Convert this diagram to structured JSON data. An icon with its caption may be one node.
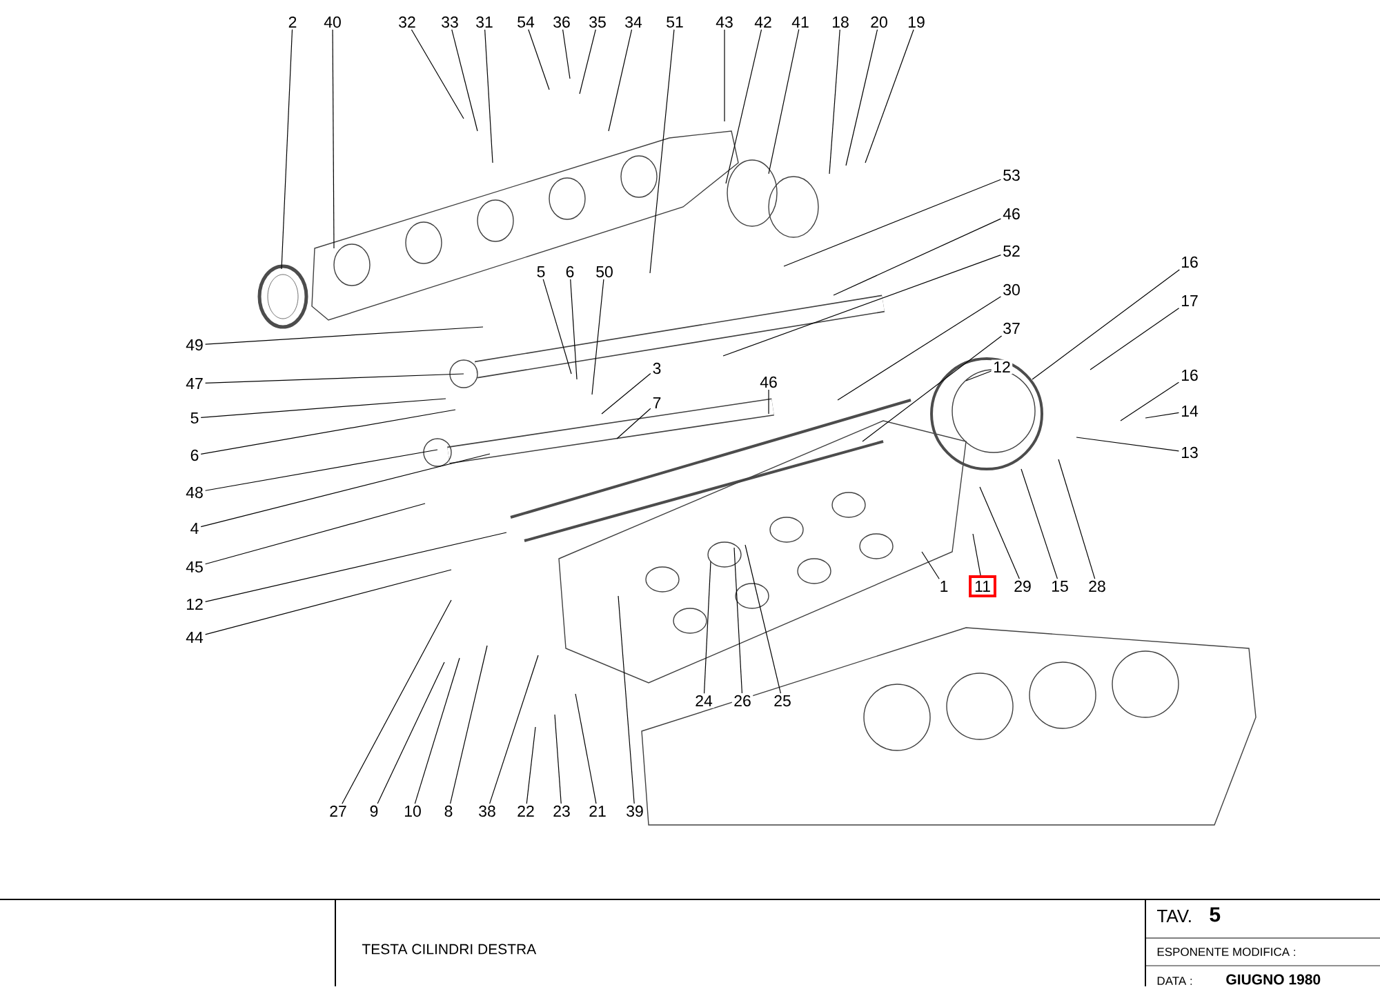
{
  "diagram": {
    "nodes": [
      {
        "text": [
          "2"
        ]
      },
      {
        "text": [
          "40"
        ]
      },
      {
        "text": [
          "32"
        ]
      },
      {
        "text": [
          "33"
        ]
      },
      {
        "text": [
          "31"
        ]
      },
      {
        "text": [
          "54"
        ]
      },
      {
        "text": [
          "36"
        ]
      },
      {
        "text": [
          "35"
        ]
      },
      {
        "text": [
          "34"
        ]
      },
      {
        "text": [
          "51"
        ]
      },
      {
        "text": [
          "43"
        ]
      },
      {
        "text": [
          "42"
        ]
      },
      {
        "text": [
          "41"
        ]
      },
      {
        "text": [
          "18"
        ]
      },
      {
        "text": [
          "20"
        ]
      },
      {
        "text": [
          "19"
        ]
      },
      {
        "text": [
          "53"
        ]
      },
      {
        "text": [
          "46"
        ]
      },
      {
        "text": [
          "16"
        ]
      },
      {
        "text": [
          "52"
        ]
      },
      {
        "text": [
          "5"
        ]
      },
      {
        "text": [
          "6"
        ]
      },
      {
        "text": [
          "50"
        ]
      },
      {
        "text": [
          "30"
        ]
      },
      {
        "text": [
          "17"
        ]
      },
      {
        "text": [
          "37"
        ]
      },
      {
        "text": [
          "49"
        ]
      },
      {
        "text": [
          "12"
        ]
      },
      {
        "text": [
          "3"
        ]
      },
      {
        "text": [
          "46"
        ]
      },
      {
        "text": [
          "16"
        ]
      },
      {
        "text": [
          "47"
        ]
      },
      {
        "text": [
          "7"
        ]
      },
      {
        "text": [
          "14"
        ]
      },
      {
        "text": [
          "5"
        ]
      },
      {
        "text": [
          "6"
        ]
      },
      {
        "text": [
          "13"
        ]
      },
      {
        "text": [
          "48"
        ]
      },
      {
        "text": [
          "4"
        ]
      },
      {
        "text": [
          "45"
        ]
      },
      {
        "text": [
          "1"
        ]
      },
      {
        "text": [
          "11"
        ]
      },
      {
        "text": [
          "29"
        ]
      },
      {
        "text": [
          "15"
        ]
      },
      {
        "text": [
          "28"
        ]
      },
      {
        "text": [
          "12"
        ]
      },
      {
        "text": [
          "44"
        ]
      },
      {
        "text": [
          "24"
        ]
      },
      {
        "text": [
          "26"
        ]
      },
      {
        "text": [
          "25"
        ]
      },
      {
        "text": [
          "27"
        ]
      },
      {
        "text": [
          "9"
        ]
      },
      {
        "text": [
          "10"
        ]
      },
      {
        "text": [
          "8"
        ]
      },
      {
        "text": [
          "38"
        ]
      },
      {
        "text": [
          "22"
        ]
      },
      {
        "text": [
          "23"
        ]
      },
      {
        "text": [
          "21"
        ]
      },
      {
        "text": [
          "39"
        ]
      }
    ],
    "edges": [
      {
        "from": 0,
        "to": null,
        "arrow": "none"
      },
      {
        "from": 1,
        "to": null,
        "arrow": "none"
      },
      {
        "from": 2,
        "to": null,
        "arrow": "none"
      },
      {
        "from": 3,
        "to": null,
        "arrow": "none"
      },
      {
        "from": 4,
        "to": null,
        "arrow": "none"
      },
      {
        "from": 5,
        "to": null,
        "arrow": "none"
      },
      {
        "from": 6,
        "to": null,
        "arrow": "none"
      },
      {
        "from": 7,
        "to": null,
        "arrow": "none"
      },
      {
        "from": 8,
        "to": null,
        "arrow": "none"
      },
      {
        "from": 9,
        "to": null,
        "arrow": "none"
      },
      {
        "from": 10,
        "to": null,
        "arrow": "none"
      },
      {
        "from": 11,
        "to": null,
        "arrow": "none"
      },
      {
        "from": 12,
        "to": null,
        "arrow": "none"
      },
      {
        "from": 13,
        "to": null,
        "arrow": "none"
      },
      {
        "from": 14,
        "to": null,
        "arrow": "none"
      },
      {
        "from": 15,
        "to": null,
        "arrow": "none"
      },
      {
        "from": 16,
        "to": null,
        "arrow": "none"
      },
      {
        "from": 17,
        "to": null,
        "arrow": "none"
      },
      {
        "from": 18,
        "to": null,
        "arrow": "none"
      },
      {
        "from": 19,
        "to": null,
        "arrow": "none"
      },
      {
        "from": 20,
        "to": null,
        "arrow": "none"
      },
      {
        "from": 21,
        "to": null,
        "arrow": "none"
      },
      {
        "from": 22,
        "to": null,
        "arrow": "none"
      },
      {
        "from": 23,
        "to": null,
        "arrow": "none"
      },
      {
        "from": 24,
        "to": null,
        "arrow": "none"
      },
      {
        "from": 25,
        "to": null,
        "arrow": "none"
      },
      {
        "from": 26,
        "to": null,
        "arrow": "none"
      },
      {
        "from": 27,
        "to": null,
        "arrow": "none"
      },
      {
        "from": 28,
        "to": null,
        "arrow": "none"
      },
      {
        "from": 29,
        "to": null,
        "arrow": "none"
      },
      {
        "from": 30,
        "to": null,
        "arrow": "none"
      },
      {
        "from": 31,
        "to": null,
        "arrow": "none"
      },
      {
        "from": 32,
        "to": null,
        "arrow": "none"
      },
      {
        "from": 33,
        "to": null,
        "arrow": "none"
      },
      {
        "from": 34,
        "to": null,
        "arrow": "none"
      },
      {
        "from": 35,
        "to": null,
        "arrow": "none"
      },
      {
        "from": 36,
        "to": null,
        "arrow": "none"
      },
      {
        "from": 37,
        "to": null,
        "arrow": "none"
      },
      {
        "from": 38,
        "to": null,
        "arrow": "none"
      },
      {
        "from": 39,
        "to": null,
        "arrow": "none"
      },
      {
        "from": 40,
        "to": null,
        "arrow": "none"
      },
      {
        "from": 41,
        "to": null,
        "arrow": "none"
      },
      {
        "from": 42,
        "to": null,
        "arrow": "none"
      },
      {
        "from": 43,
        "to": null,
        "arrow": "none"
      },
      {
        "from": 44,
        "to": null,
        "arrow": "none"
      },
      {
        "from": 45,
        "to": null,
        "arrow": "none"
      },
      {
        "from": 46,
        "to": null,
        "arrow": "none"
      },
      {
        "from": 47,
        "to": null,
        "arrow": "none"
      },
      {
        "from": 48,
        "to": null,
        "arrow": "none"
      },
      {
        "from": 49,
        "to": null,
        "arrow": "none"
      },
      {
        "from": 50,
        "to": null,
        "arrow": "none"
      },
      {
        "from": 51,
        "to": null,
        "arrow": "none"
      },
      {
        "from": 52,
        "to": null,
        "arrow": "none"
      },
      {
        "from": 53,
        "to": null,
        "arrow": "none"
      },
      {
        "from": 54,
        "to": null,
        "arrow": "none"
      },
      {
        "from": 55,
        "to": null,
        "arrow": "none"
      },
      {
        "from": 56,
        "to": null,
        "arrow": "none"
      },
      {
        "from": 57,
        "to": null,
        "arrow": "none"
      },
      {
        "from": 58,
        "to": null,
        "arrow": "none"
      }
    ],
    "labels": [
      "TESTA CILINDRI DESTRA",
      "TAV.",
      "5",
      "ESPONENTE MODIFICA :",
      "DATA :",
      "GIUGNO 1980"
    ]
  }
}
